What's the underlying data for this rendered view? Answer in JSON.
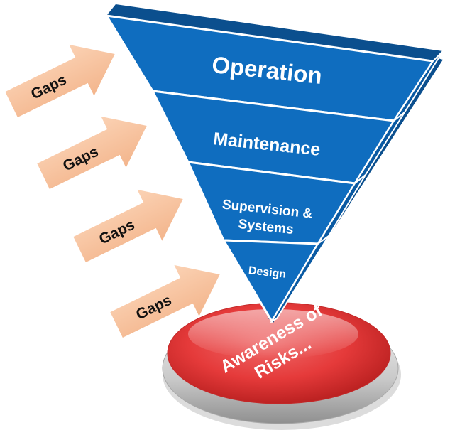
{
  "funnel": {
    "levels": [
      {
        "label": "Operation"
      },
      {
        "label": "Maintenance"
      },
      {
        "label": "Supervision &",
        "label2": "Systems"
      },
      {
        "label": "Design"
      }
    ],
    "color": "#0f6dbf",
    "color_dark": "#0b4f8e"
  },
  "gaps": [
    {
      "label": "Gaps"
    },
    {
      "label": "Gaps"
    },
    {
      "label": "Gaps"
    },
    {
      "label": "Gaps"
    }
  ],
  "gap_color": "#f8c29d",
  "base": {
    "line1": "Awareness of",
    "line2": "Risks...",
    "color": "#e53a3a"
  }
}
